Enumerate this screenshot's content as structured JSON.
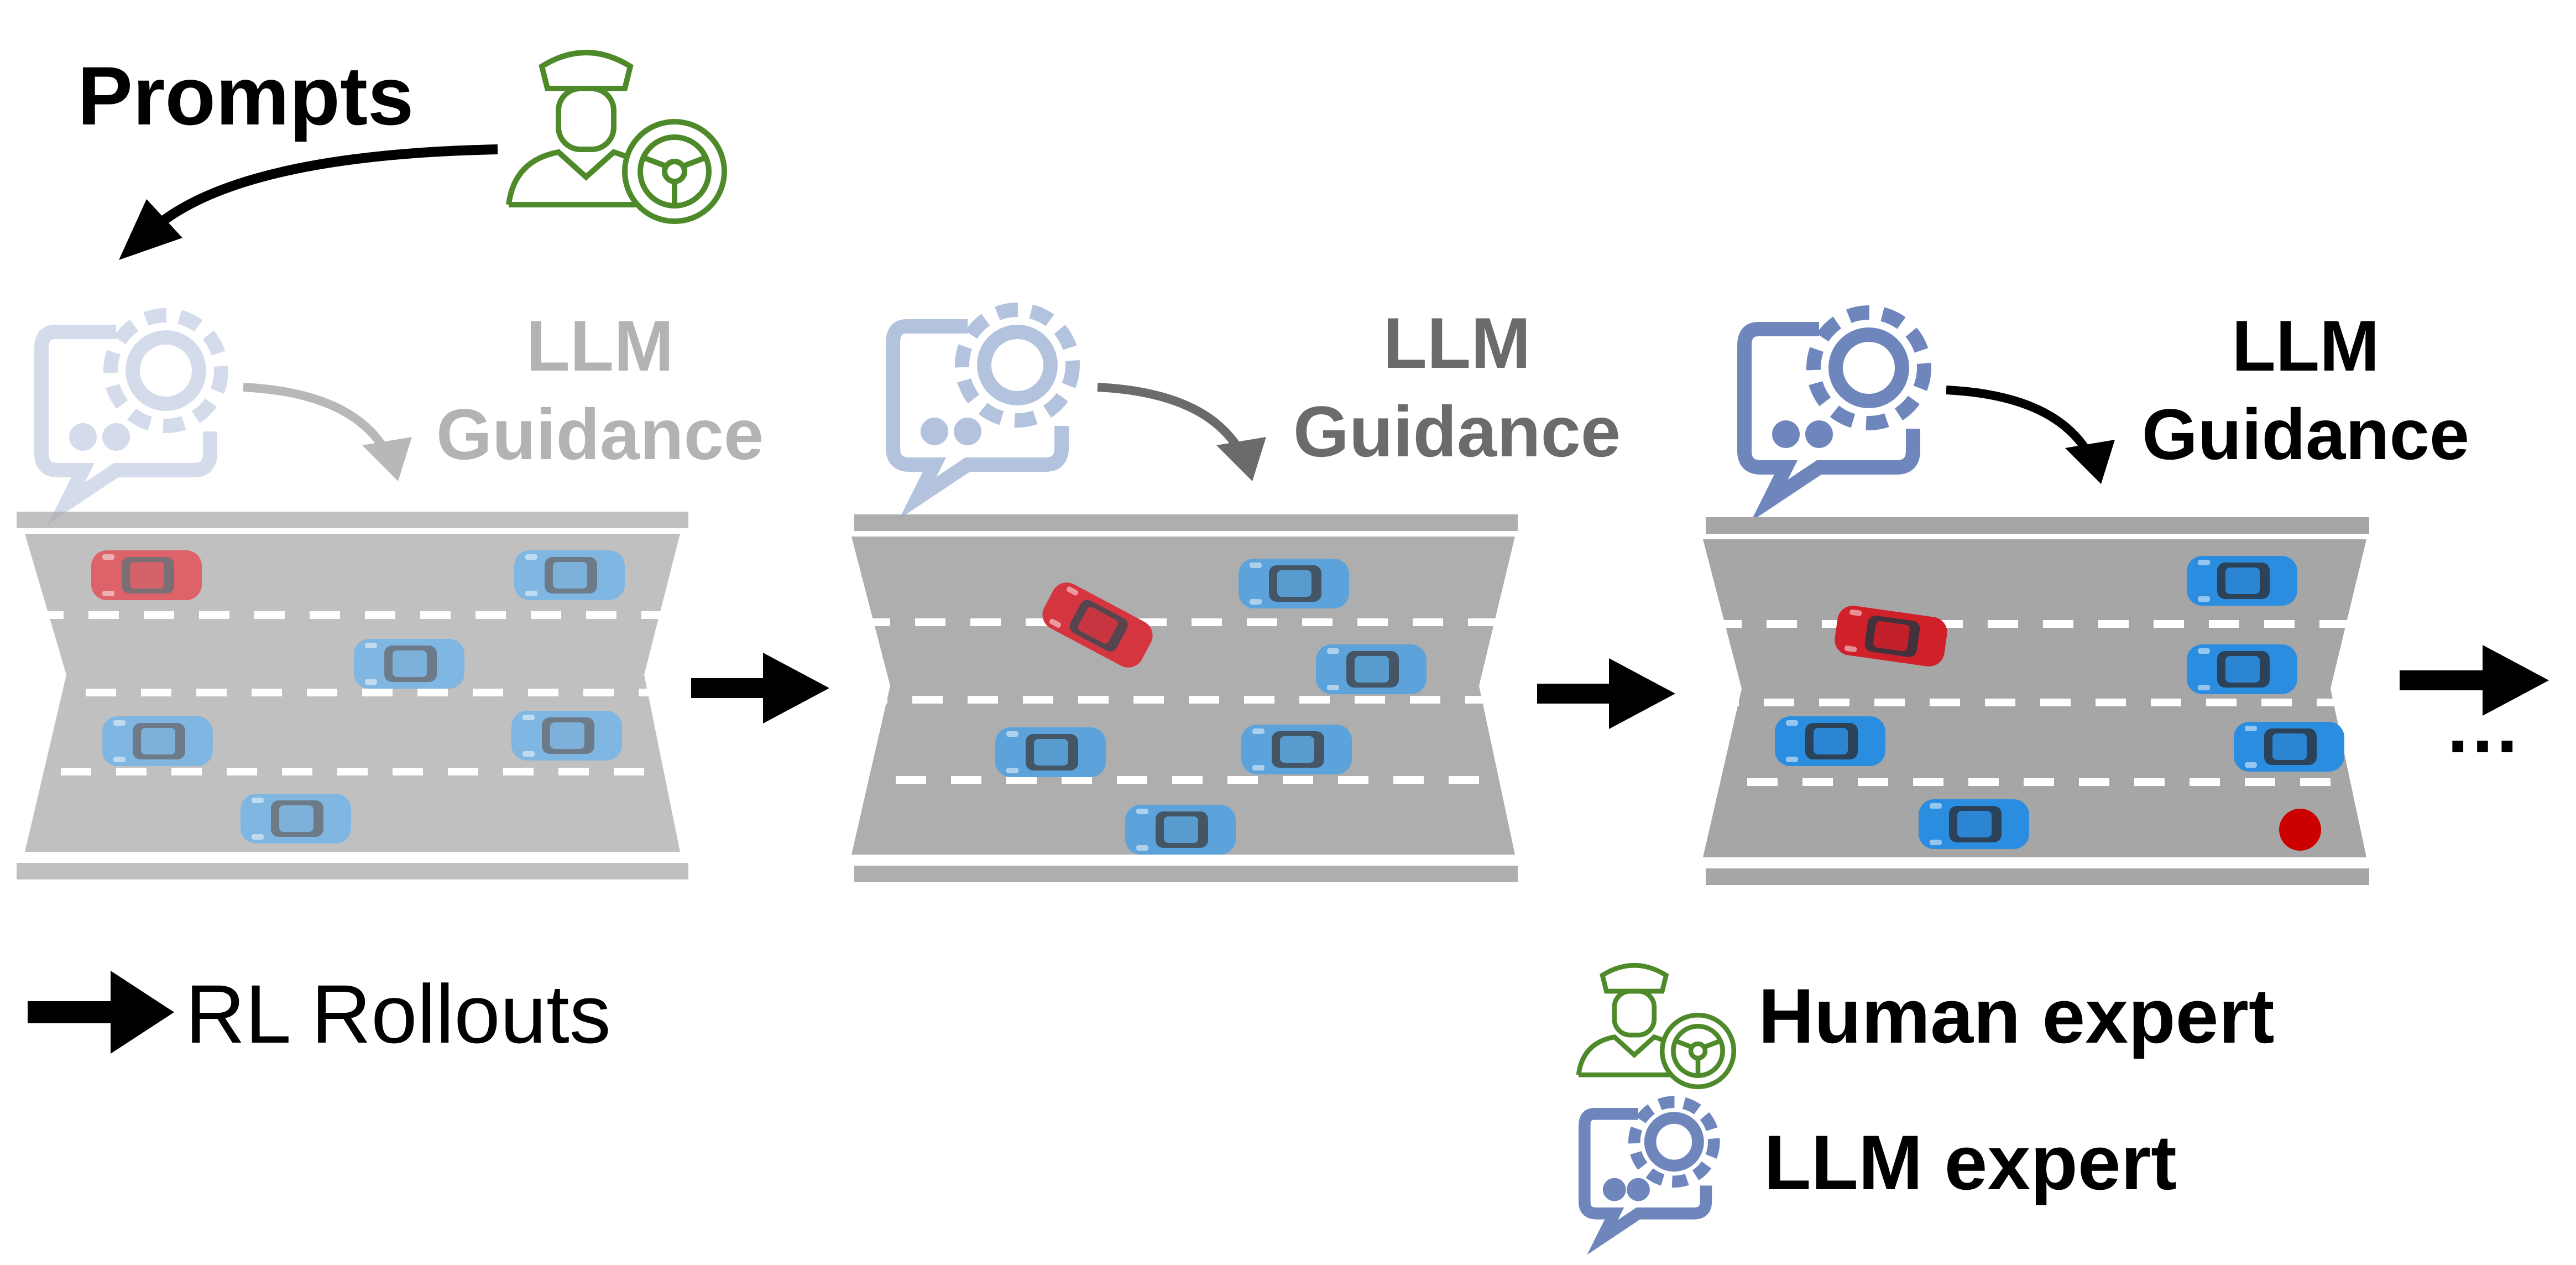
{
  "prompts_label": "Prompts",
  "stages": [
    {
      "line1": "LLM",
      "line2": "Guidance",
      "text_color": "#b3b3b3",
      "icon_color": "#d4dceb",
      "arrow_color": "#b8b8b8",
      "opacity": 0.45
    },
    {
      "line1": "LLM",
      "line2": "Guidance",
      "text_color": "#6b6b6b",
      "icon_color": "#b4c3dd",
      "arrow_color": "#6b6b6b",
      "opacity": 0.8
    },
    {
      "line1": "LLM",
      "line2": "Guidance",
      "text_color": "#000000",
      "icon_color": "#6f86bd",
      "arrow_color": "#000000",
      "opacity": 1
    }
  ],
  "legend": {
    "rl_rollouts": "RL Rollouts",
    "human_expert": "Human expert",
    "llm_expert": "LLM expert"
  },
  "ellipsis": "…",
  "colors": {
    "human_icon": "#4e8a2a",
    "llm_icon": "#6f86bd",
    "road": "#a6a6a6",
    "car_blue": "#4a9ad6",
    "car_red": "#d0202a",
    "goal_dot": "#cc0000"
  },
  "icons": [
    "driver-icon",
    "llm-chat-gear-icon",
    "steering-wheel-icon"
  ]
}
